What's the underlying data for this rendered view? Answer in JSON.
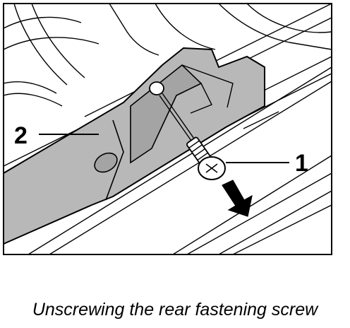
{
  "caption": "Unscrewing the rear fastening screw",
  "callouts": [
    {
      "id": "1",
      "label": "1"
    },
    {
      "id": "2",
      "label": "2"
    }
  ],
  "colors": {
    "ink": "#000000",
    "bracket_fill": "#b8b8b8",
    "bracket_shade": "#a4a4a4",
    "background": "#ffffff"
  },
  "icons": {
    "screw": "screw-icon",
    "direction_arrow": "arrow-down-right-icon"
  }
}
